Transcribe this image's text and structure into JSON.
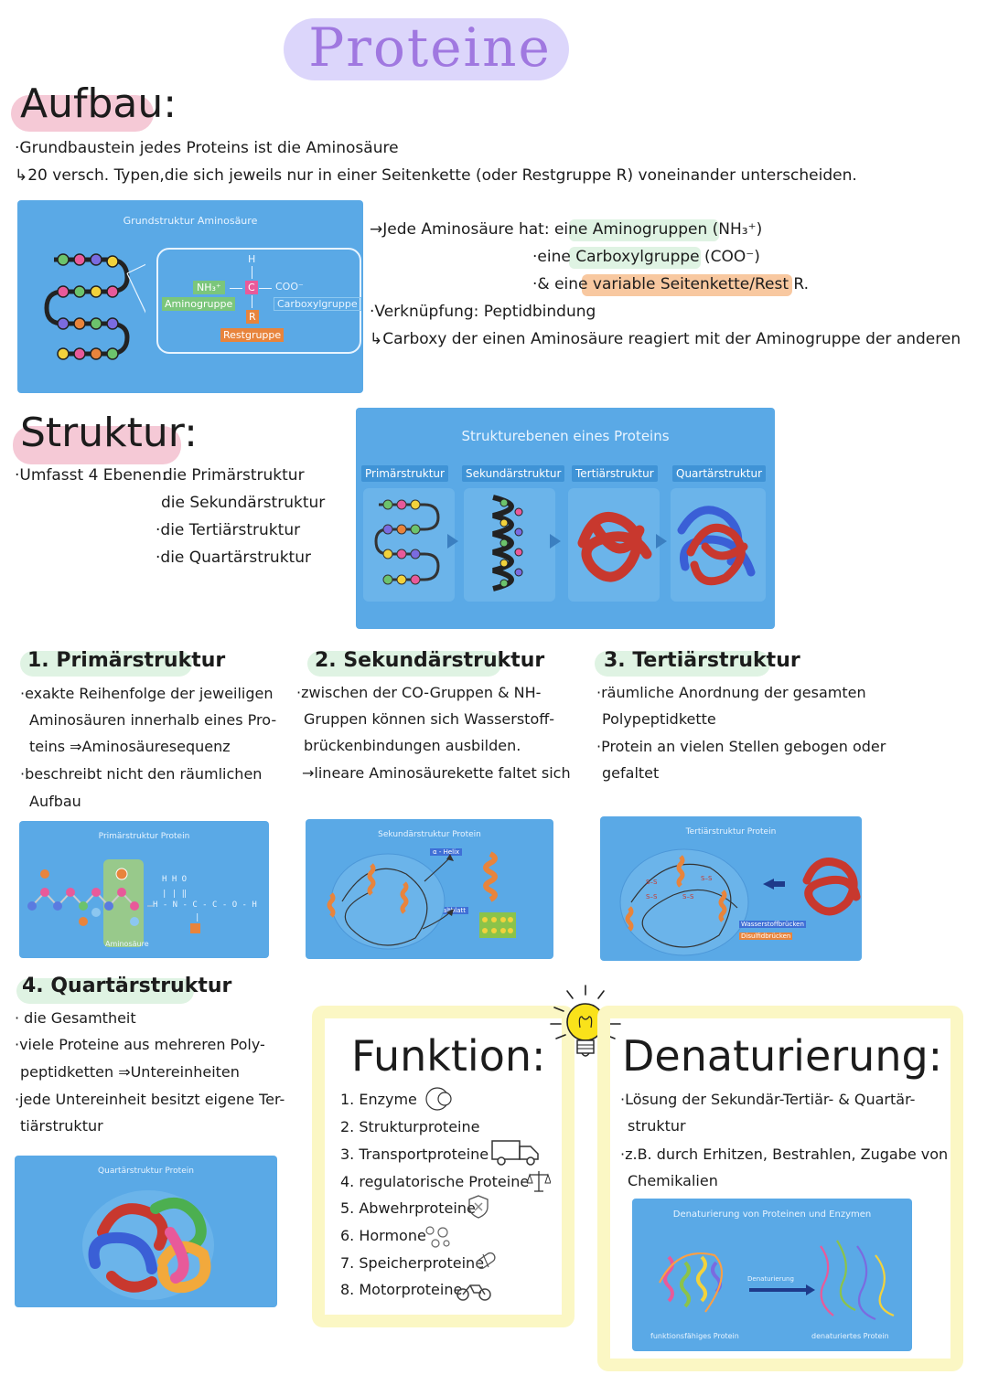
{
  "title": "Proteine",
  "aufbau": {
    "heading": "Aufbau:",
    "line1": "·Grundbaustein jedes Proteins ist die Aminosäure",
    "line2": "↳20 versch. Typen,die sich jeweils nur in einer Seitenkette (oder Restgruppe R) voneinander unterscheiden.",
    "diagram": {
      "title": "Grundstruktur Aminosäure",
      "h": "H",
      "c": "C",
      "nh3": "NH₃⁺",
      "coo": "COO⁻",
      "r": "R",
      "amino_label": "Aminogruppe",
      "carboxyl_label": "Carboxylgruppe",
      "rest_label": "Restgruppe"
    },
    "notes": [
      "→Jede Aminosäure hat: eine Aminogruppen (NH₃⁺)",
      "·eine Carboxylgruppe (COO⁻)",
      "·& eine variable Seitenkette/Rest R.",
      "·Verknüpfung: Peptidbindung",
      "↳Carboxy der einen Aminosäure reagiert mit der Aminogruppe der anderen"
    ]
  },
  "struktur": {
    "heading": "Struktur:",
    "intro": "·Umfasst 4 Ebenen:",
    "levels": [
      "die Primärstruktur",
      "die Sekundärstruktur",
      "·die Tertiärstruktur",
      "·die Quartärstruktur"
    ],
    "diagram": {
      "title": "Strukturebenen eines Proteins",
      "tags": [
        "Primärstruktur",
        "Sekundärstruktur",
        "Tertiärstruktur",
        "Quartärstruktur"
      ]
    }
  },
  "primaer": {
    "heading": "1. Primärstruktur",
    "lines": [
      "·exakte Reihenfolge der jeweiligen",
      "Aminosäuren innerhalb eines Pro-",
      "teins ⇒Aminosäuresequenz",
      "·beschreibt nicht den räumlichen",
      "Aufbau"
    ],
    "diagram_title": "Primärstruktur Protein",
    "diagram_label": "Aminosäure"
  },
  "sekundaer": {
    "heading": "2. Sekundärstruktur",
    "lines": [
      "·zwischen der CO-Gruppen & NH-",
      "Gruppen können sich Wasserstoff-",
      "brückenbindungen ausbilden.",
      "→lineare Aminosäurekette faltet sich"
    ],
    "diagram_title": "Sekundärstruktur Protein",
    "helix_label": "α - Helix",
    "sheet_label": "β - Faltblatt"
  },
  "tertiaer": {
    "heading": "3. Tertiärstruktur",
    "lines": [
      "·räumliche Anordnung der gesamten",
      "Polypeptidkette",
      "·Protein an vielen Stellen gebogen oder",
      "gefaltet"
    ],
    "diagram_title": "Tertiärstruktur Protein",
    "legend": [
      "Wasserstoffbrücken",
      "Disulfidbrücken"
    ]
  },
  "quartaer": {
    "heading": "4. Quartärstruktur",
    "lines": [
      "· die Gesamtheit",
      "·viele Proteine aus mehreren Poly-",
      "peptidketten ⇒Untereinheiten",
      "·jede Untereinheit besitzt eigene Ter-",
      "tiärstruktur"
    ],
    "diagram_title": "Quartärstruktur Protein"
  },
  "funktion": {
    "heading": "Funktion:",
    "items": [
      "1. Enzyme",
      "2. Strukturproteine",
      "3. Transportproteine",
      "4. regulatorische Proteine",
      "5. Abwehrproteine",
      "6. Hormone",
      "7. Speicherproteine",
      "8. Motorproteine"
    ],
    "icons": [
      "enzyme-icon",
      "",
      "truck-icon",
      "scales-icon",
      "shield-icon",
      "molecule-icon",
      "pill-icon",
      "motorcycle-icon"
    ]
  },
  "denaturierung": {
    "heading": "Denaturierung:",
    "lines": [
      "·Lösung der Sekundär-Tertiär- & Quartär-",
      "struktur",
      "·z.B. durch Erhitzen, Bestrahlen, Zugabe von",
      "Chemikalien"
    ],
    "diagram_title": "Denaturierung von Proteinen und Enzymen",
    "arrow_label": "Denaturierung",
    "left_label": "funktionsfähiges Protein",
    "right_label": "denaturiertes Protein"
  },
  "colors": {
    "panel": "#5aa9e6",
    "title": "#a078e0",
    "highlight_green": "#dff3e3",
    "highlight_orange": "#f8c8a0",
    "highlight_pink": "#f5c9d6",
    "frame_yellow": "#fbf7c4"
  }
}
